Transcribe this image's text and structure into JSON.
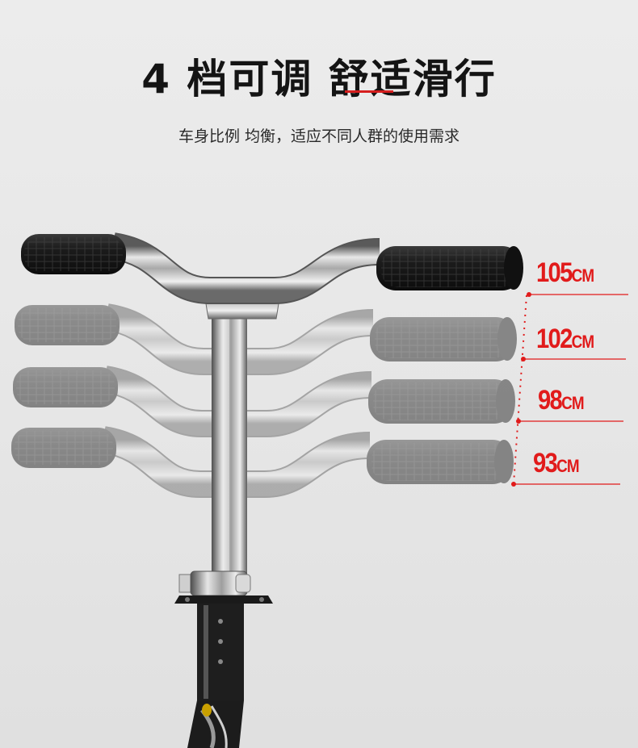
{
  "header": {
    "title": "4 档可调 舒适滑行",
    "subtitle": "车身比例 均衡，适应不同人群的使用需求"
  },
  "heights": [
    {
      "value": "105",
      "unit": "CM"
    },
    {
      "value": "102",
      "unit": "CM"
    },
    {
      "value": "98",
      "unit": "CM"
    },
    {
      "value": "93",
      "unit": "CM"
    }
  ],
  "colors": {
    "accent": "#e11b1b",
    "title": "#141414"
  }
}
